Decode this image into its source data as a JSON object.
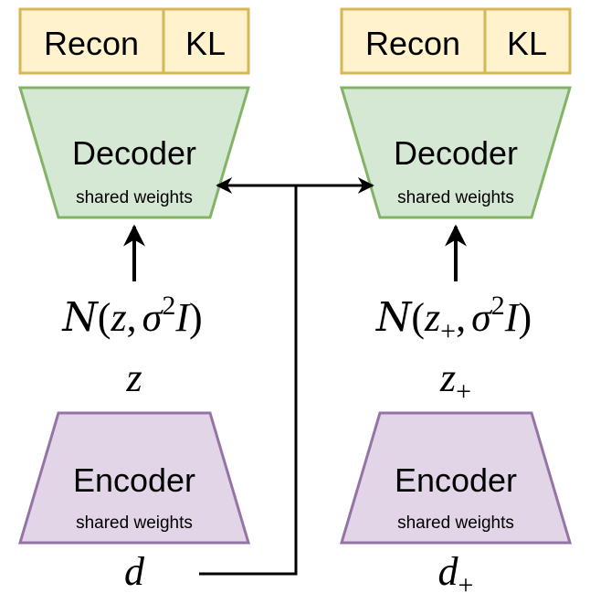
{
  "colors": {
    "loss_fill": "#fff2cc",
    "loss_stroke": "#d6b656",
    "decoder_fill": "#d5e8d4",
    "decoder_stroke": "#82b366",
    "encoder_fill": "#e1d5e7",
    "encoder_stroke": "#9673a6",
    "line": "#000000"
  },
  "left": {
    "loss_recon": "Recon",
    "loss_kl": "KL",
    "decoder_title": "Decoder",
    "decoder_sub": "shared weights",
    "dist": {
      "cal": "N",
      "open": "(",
      "var": "z",
      "sub": "",
      "comma": ",",
      "sigma": "σ",
      "sup": "2",
      "ident": "I",
      "close": ")"
    },
    "latent": "z",
    "latent_sub": "",
    "encoder_title": "Encoder",
    "encoder_sub": "shared weights",
    "input": "d",
    "input_sub": ""
  },
  "right": {
    "loss_recon": "Recon",
    "loss_kl": "KL",
    "decoder_title": "Decoder",
    "decoder_sub": "shared weights",
    "dist": {
      "cal": "N",
      "open": "(",
      "var": "z",
      "sub": "+",
      "comma": ",",
      "sigma": "σ",
      "sup": "2",
      "ident": "I",
      "close": ")"
    },
    "latent": "z",
    "latent_sub": "+",
    "encoder_title": "Encoder",
    "encoder_sub": "shared weights",
    "input": "d",
    "input_sub": "+"
  }
}
